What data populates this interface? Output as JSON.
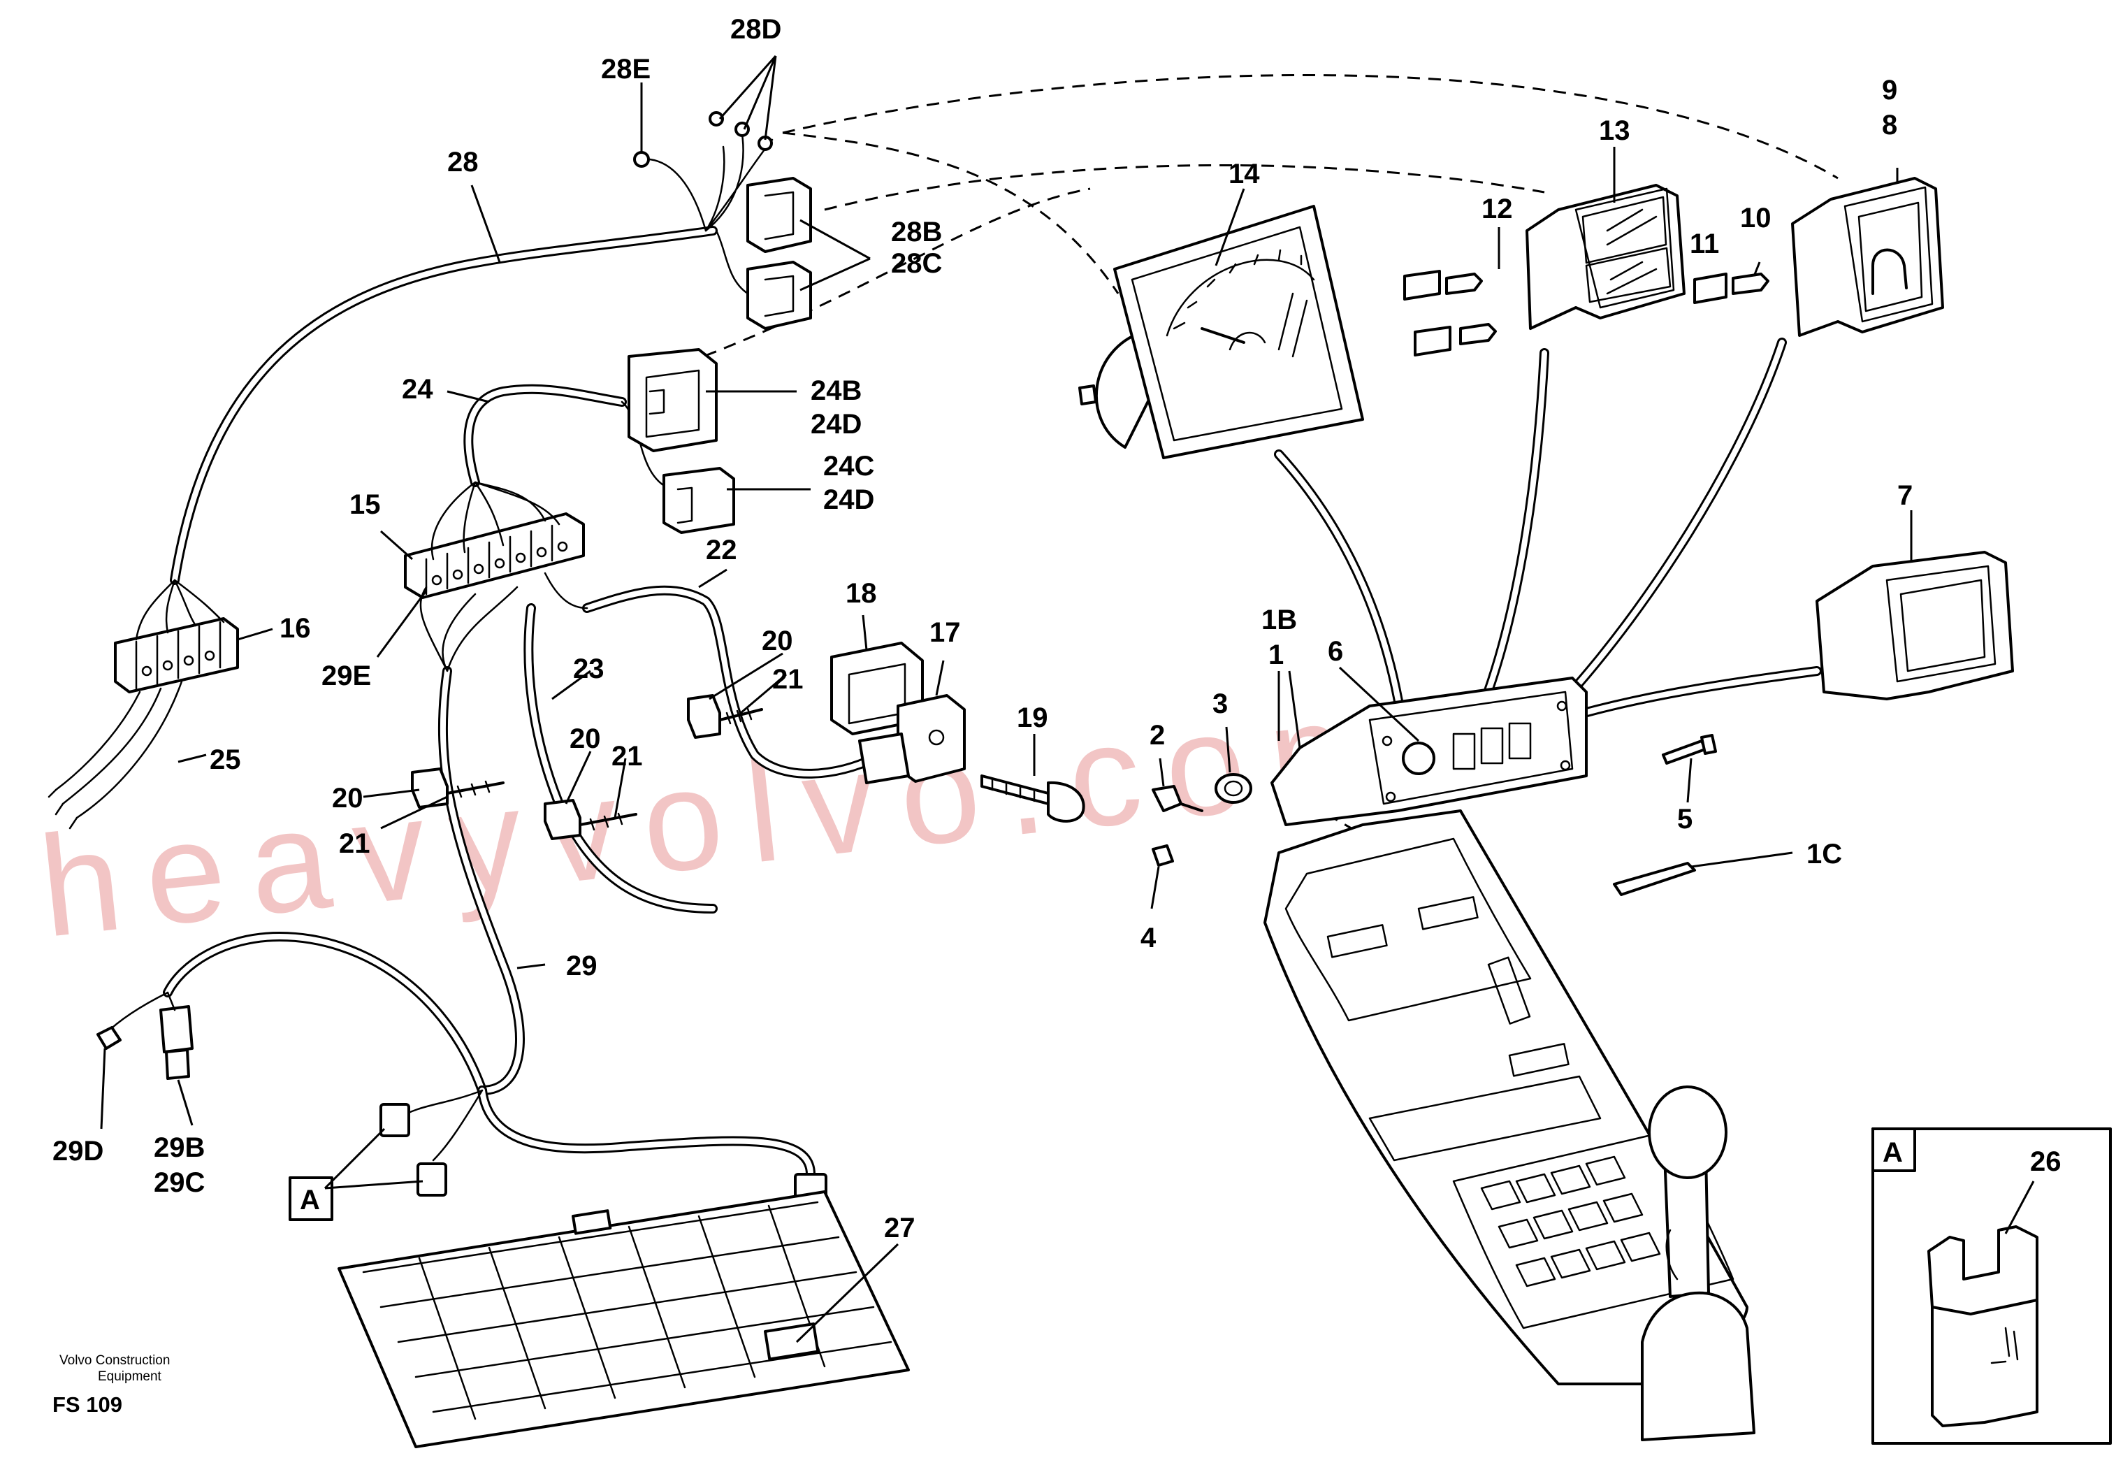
{
  "labels": {
    "l28D": "28D",
    "l28E": "28E",
    "l28": "28",
    "l28B": "28B",
    "l28C": "28C",
    "l24": "24",
    "l24B": "24B",
    "l24D": "24D",
    "l24C": "24C",
    "l24D2": "24D",
    "l15": "15",
    "l16": "16",
    "l29E": "29E",
    "l25": "25",
    "l22": "22",
    "l23": "23",
    "l18": "18",
    "l17": "17",
    "l20a": "20",
    "l21a": "21",
    "l20b": "20",
    "l21b": "21",
    "l20c": "20",
    "l21c": "21",
    "l19": "19",
    "l29": "29",
    "l29D": "29D",
    "l29B": "29B",
    "l29C": "29C",
    "lA": "A",
    "l27": "27",
    "l14": "14",
    "l13": "13",
    "l12": "12",
    "l11": "11",
    "l10": "10",
    "l9": "9",
    "l8": "8",
    "l7": "7",
    "l6": "6",
    "l1B": "1B",
    "l1": "1",
    "l3": "3",
    "l2": "2",
    "l4": "4",
    "l5": "5",
    "l1C": "1C",
    "inset_A": "A",
    "l26": "26"
  },
  "footer": {
    "company_line1": "Volvo Construction",
    "company_line2": "Equipment",
    "code": "FS 109"
  },
  "watermark": "heavyvolvo.com"
}
